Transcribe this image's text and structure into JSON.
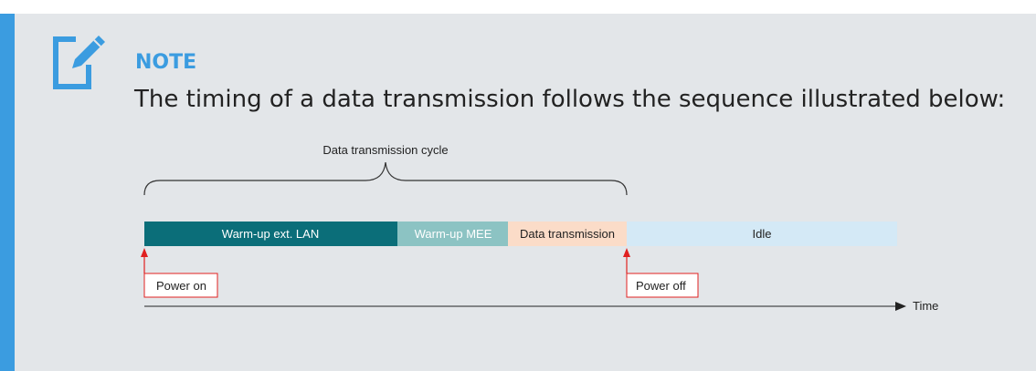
{
  "note": {
    "heading": "NOTE",
    "body": "The timing of a data transmission follows the sequence illustrated below:",
    "icon": "edit-note-icon"
  },
  "colors": {
    "accent": "#3b9ce0",
    "warmup_lan": "#0b6e79",
    "warmup_mee": "#8cc3c3",
    "data_transmission": "#fbdcc8",
    "idle": "#d4e9f6",
    "marker": "#e02020"
  },
  "diagram": {
    "cycle_label": "Data transmission cycle",
    "phases": [
      {
        "label": "Warm-up ext. LAN",
        "color": "#0b6e79",
        "text_color": "#ffffff"
      },
      {
        "label": "Warm-up MEE",
        "color": "#8cc3c3",
        "text_color": "#ffffff"
      },
      {
        "label": "Data transmission",
        "color": "#fbdcc8",
        "text_color": "#222222"
      },
      {
        "label": "Idle",
        "color": "#d4e9f6",
        "text_color": "#222222"
      }
    ],
    "markers": [
      {
        "label": "Power on"
      },
      {
        "label": "Power off"
      }
    ],
    "time_axis_label": "Time"
  }
}
